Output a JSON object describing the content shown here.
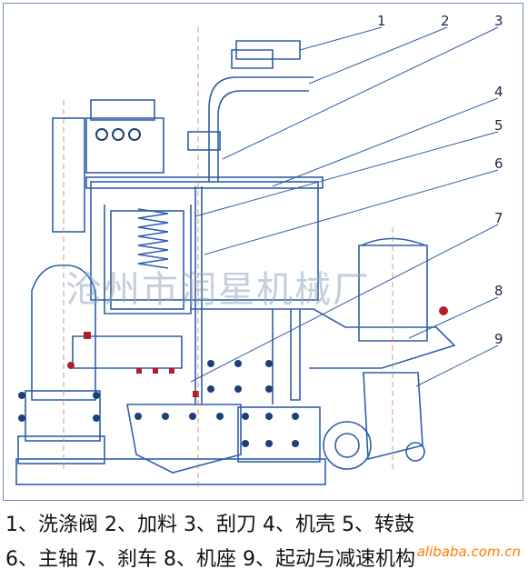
{
  "callouts": [
    {
      "id": "1",
      "label": "1"
    },
    {
      "id": "2",
      "label": "2"
    },
    {
      "id": "3",
      "label": "3"
    },
    {
      "id": "4",
      "label": "4"
    },
    {
      "id": "5",
      "label": "5"
    },
    {
      "id": "6",
      "label": "6"
    },
    {
      "id": "7",
      "label": "7"
    },
    {
      "id": "8",
      "label": "8"
    },
    {
      "id": "9",
      "label": "9"
    }
  ],
  "watermark": "沧州市润星机械厂",
  "legend": {
    "row1": "1、洗涤阀 2、加料 3、刮刀 4、机壳 5、转鼓",
    "row2": "6、主轴 7、刹车 8、机座 9、起动与减速机构"
  },
  "site_mark": "alibaba.com.cn",
  "colors": {
    "line": "#2f5fa8",
    "dark": "#1d3f7a",
    "accent": "#b0202a",
    "frame": "#6f8fb8"
  }
}
